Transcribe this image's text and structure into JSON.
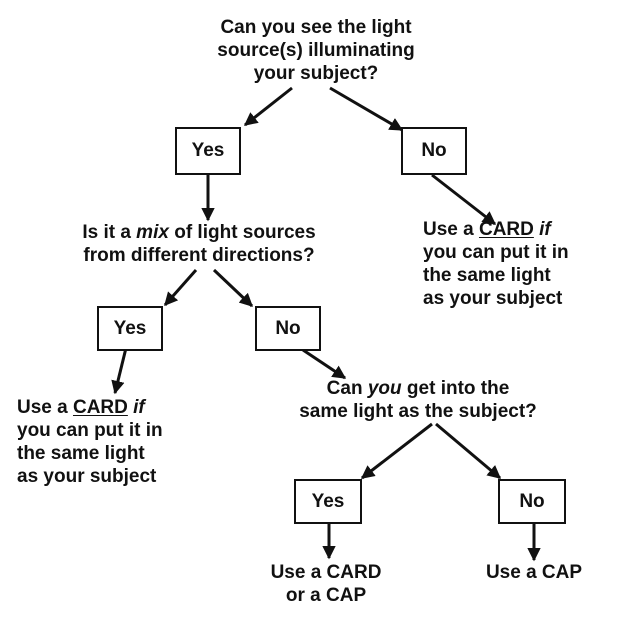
{
  "colors": {
    "ink": "#111111",
    "background": "#ffffff"
  },
  "nodes": {
    "q1": {
      "lines": [
        "Can you see the light",
        "source(s) illuminating",
        "your subject?"
      ]
    },
    "q1_yes": "Yes",
    "q1_no": "No",
    "q2": {
      "line1": {
        "pre": "Is it a ",
        "em": "mix",
        "post": " of light sources"
      },
      "line2": "from different directions?"
    },
    "r_right": {
      "line1": {
        "pre": "Use a ",
        "card": "CARD",
        "em": "if"
      },
      "lines": [
        "you can put it in",
        "the same light",
        "as your subject"
      ]
    },
    "q2_yes": "Yes",
    "q2_no": "No",
    "r_left": {
      "line1": {
        "pre": "Use a ",
        "card": "CARD",
        "em": "if"
      },
      "lines": [
        "you can put it in",
        "the same light",
        "as your subject"
      ]
    },
    "q3": {
      "line1": {
        "pre": "Can ",
        "em": "you",
        "post": " get into the"
      },
      "line2": "same light as the subject?"
    },
    "q3_yes": "Yes",
    "q3_no": "No",
    "r_card_cap": {
      "lines": [
        "Use a CARD",
        "or a CAP"
      ]
    },
    "r_cap": "Use a CAP"
  }
}
